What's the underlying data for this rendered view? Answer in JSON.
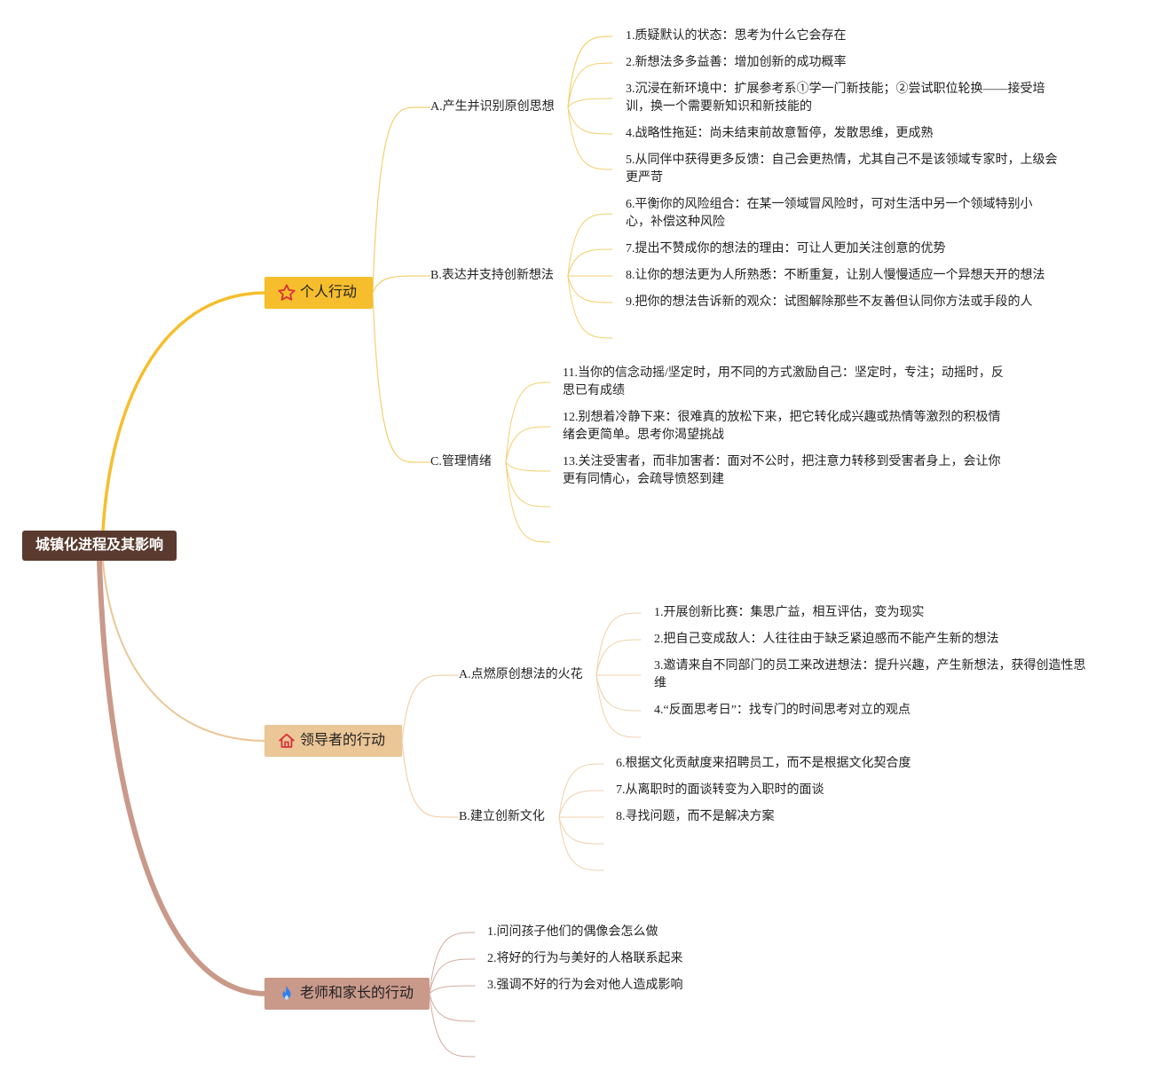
{
  "root": {
    "label": "城镇化进程及其影响"
  },
  "branches": [
    {
      "label": "个人行动",
      "icon": "star-icon",
      "color": "#f6be2c",
      "subs": [
        {
          "label": "A.产生并识别原创思想",
          "items": [
            "1.质疑默认的状态：思考为什么它会存在",
            "2.新想法多多益善：增加创新的成功概率",
            "3.沉浸在新环境中：扩展参考系①学一门新技能；②尝试职位轮换——接受培训，换一个需要新知识和新技能的",
            "4.战略性拖延：尚未结束前故意暂停，发散思维，更成熟",
            "5.从同伴中获得更多反馈：自己会更热情，尤其自己不是该领域专家时，上级会更严苛"
          ]
        },
        {
          "label": "B.表达并支持创新想法",
          "items": [
            "6.平衡你的风险组合：在某一领域冒风险时，可对生活中另一个领域特别小心，补偿这种风险",
            "7.提出不赞成你的想法的理由：可让人更加关注创意的优势",
            "8.让你的想法更为人所熟悉：不断重复，让别人慢慢适应一个异想天开的想法",
            "9.把你的想法告诉新的观众：试图解除那些不友善但认同你方法或手段的人"
          ]
        },
        {
          "label": "C.管理情绪",
          "items": [
            "11.当你的信念动摇/坚定时，用不同的方式激励自己：坚定时，专注；动摇时，反思已有成绩",
            "12.别想着冷静下来：很难真的放松下来，把它转化成兴趣或热情等激烈的积极情绪会更简单。思考你渴望挑战",
            "13.关注受害者，而非加害者：面对不公时，把注意力转移到受害者身上，会让你更有同情心，会疏导愤怒到建"
          ]
        }
      ]
    },
    {
      "label": "领导者的行动",
      "icon": "house-icon",
      "color": "#ebc696",
      "subs": [
        {
          "label": "A.点燃原创想法的火花",
          "items": [
            "1.开展创新比赛：集思广益，相互评估，变为现实",
            "2.把自己变成敌人：人往往由于缺乏紧迫感而不能产生新的想法",
            "3.邀请来自不同部门的员工来改进想法：提升兴趣，产生新想法，获得创造性思维",
            "4.“反面思考日”：找专门的时间思考对立的观点"
          ]
        },
        {
          "label": "B.建立创新文化",
          "items": [
            "6.根据文化贡献度来招聘员工，而不是根据文化契合度",
            "7.从离职时的面谈转变为入职时的面谈",
            "8.寻找问题，而不是解决方案"
          ]
        }
      ]
    },
    {
      "label": "老师和家长的行动",
      "icon": "flame-icon",
      "color": "#c9998a",
      "items": [
        "1.问问孩子他们的偶像会怎么做",
        "2.将好的行为与美好的人格联系起来",
        "3.强调不好的行为会对他人造成影响"
      ]
    }
  ]
}
